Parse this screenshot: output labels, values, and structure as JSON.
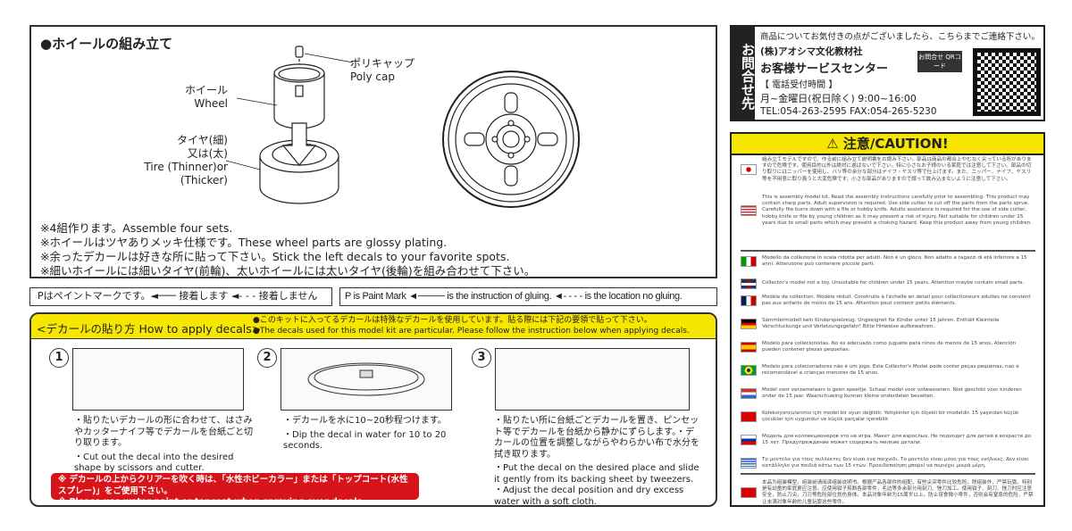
{
  "wheel_assembly": {
    "title": "●ホイールの組み立て",
    "polycap_jp": "ポリキャップ",
    "polycap_en": "Poly cap",
    "wheel_jp": "ホイール",
    "wheel_en": "Wheel",
    "tire_jp1": "タイヤ(細)",
    "tire_jp2": "又は(太)",
    "tire_en1": "Tire (Thinner)or",
    "tire_en2": "(Thicker)",
    "notes": [
      "※4組作ります。Assemble four sets.",
      "※ホイールはツヤありメッキ仕様です。These wheel parts are glossy plating.",
      "※余ったデカールは好きな所に貼って下さい。Stick the left decals to your favorite spots.",
      "※細いホイールには細いタイヤ(前輪)、太いホイールには太いタイヤ(後輪)を組み合わせて下さい。"
    ]
  },
  "legend": {
    "jp": "Pはペイントマークです。◄─── 接着します ◄- - - 接着しません",
    "en": "P is Paint Mark ◄──── is the instruction of gluing. ◄- - - - is the location no gluing."
  },
  "decals": {
    "heading": "<デカールの貼り方 How to apply decals>",
    "note_jp": "●このキットに入ってるデカールは特殊なデカールを使用しています。貼る際には下記の要領で貼って下さい。",
    "note_en": "●The decals used for this model kit are particular. Please follow the instruction below when applying decals.",
    "steps": [
      {
        "num": "1",
        "jp": "・貼りたいデカールの形に合わせて、はさみやカッターナイフ等でデカールを台紙ごと切り取ります。",
        "en": "・Cut out the decal into the desired shape by scissors and cutter."
      },
      {
        "num": "2",
        "jp": "・デカールを水に10~20秒程つけます。",
        "en": "・Dip the decal in water for 10 to 20 seconds."
      },
      {
        "num": "3",
        "jp": "・貼りたい所に台紙ごとデカールを置き、ピンセット等でデカールを台紙から静かにずらします。・デカールの位置を調整しながらやわらかい布で水分を拭き取ります。",
        "en": "・Put the decal on the desired place and slide it gently from its backing sheet by tweezers. ・Adjust the decal position and dry excess water with a soft cloth."
      }
    ],
    "warning_jp": "※ デカールの上からクリアーを吹く時は、「水性ホビーカラー」または「トップコート(水性スプレー)」をご使用下さい。",
    "warning_en": "※ Please use water paint or topcoat when spraying over decals."
  },
  "contact": {
    "side": "お問合せ先",
    "intro": "商品についてお気付きの点がございましたら、こちらまでご連絡下さい。",
    "company": "(株)アオシマ文化教材社",
    "center": "お客様サービスセンター",
    "hours_label": "【 電話受付時間 】",
    "hours": "月~金曜日(祝日除く) 9:00~16:00",
    "phone": "TEL:054-263-2595 FAX:054-265-5230",
    "qr_label": "お問合せ QRコード"
  },
  "caution": {
    "title": "⚠ 注意/CAUTION!",
    "items": [
      {
        "flag": "jp",
        "text": "組み立てモデルですので、作る前に組み立て説明書をお読み下さい。部品は商品の都合上やむなく尖っている所がありますので危険です。使用目的以外は絶対に遊ばないで下さい。特に小さなお子様のいる家庭では注意して下さい。部品の切り取りにはニッパーを使用し、バリ等の余分な部分はナイフ・ヤスリ等で仕上げます。また、ニッパー、ナイフ、ヤスリ等を不用意に取り扱うと大変危険です。小さな部品がありますので誤って飲み込まないように注意して下さい。"
      },
      {
        "flag": "us",
        "text": "This is assembly model kit. Read the assembly instructions carefully prior to assembling. This product may contain sharp parts. Adult supervision is required. Use side cutter to cut off the parts from the parts sprue. Carefully file burrs down with a file or hobby knife. Adults assistance is required for the use of side cutter, hobby knife or file by young children as it may present a risk of injury. Not suitable for children under 15 years due to small parts which may present a choking hazard. Keep this product away from young children."
      },
      {
        "flag": "it",
        "text": "Modello da collezione in scala ridotta per adulti. Non è un gioco. Non adatto a ragazzi di età inferiore a 15 anni. Attenzione può contenere piccole parti."
      },
      {
        "flag": "uk",
        "text": "Collector's model not a toy. Unsuitable for children under 15 years. Attention maybe contain small parts."
      },
      {
        "flag": "fr",
        "text": "Modèle de collection. Modèle réduit. Construits à l'échelle en detail pour collectioneurs adultes ne convient pas aux enfants de moins de 15 ans. Attention peut contenir petits éléments."
      },
      {
        "flag": "de",
        "text": "Sammlermodell kein Kinderspielzeug. Ungeeignet für Kinder unter 15 Jahren. Enthält Kleinteile Verschluckungs und Verletzungsgefahr! Bitte Hinweise aufbewahren."
      },
      {
        "flag": "es",
        "text": "Modelo para collecionistas. No es adecuado como juguete para ninos de menos de 15 anos. Atención pueden contener piezas pequeñas."
      },
      {
        "flag": "br",
        "text": "Modelo para colecionadores não é um jogo. Este Collector's Model pode conter peças pequenas, nao é recomendável a crianças menores de 15 anos."
      },
      {
        "flag": "nl",
        "text": "Model voor verzamelaars is geen speeltje. Schaal model voor volwassenen. Niet geschikt voor kinderen onder de 15 jaar. Waarschuwing kunnen kleine onderdelen bevatten."
      },
      {
        "flag": "tr",
        "text": "Koleksiyoncularımız için model bir oyun değildir. Yetişkinler için ölçekli bir modeldir. 15 yaşından küçük çocuklar için uygundur ve küçük parçalar içerebilir."
      },
      {
        "flag": "ru",
        "text": "Модель для коллекционеров это не игра. Макет для взрослых. Не подходит для детей в возрасте до 15 лет. Предупреждение может содержать мелкие детали."
      },
      {
        "flag": "gr",
        "text": "Το μοντέλο για τους συλλέκτες δεν είναι ένα παιχνίδι. Το μοντέλο είναι μόνο για τους ενήλικες. Δεν είναι κατάλληλο για παιδιά κάτω των 15 ετών. Προειδοποίηση μπορεί να περιέχει μικρά μέρη."
      },
      {
        "flag": "cn",
        "text": "本品为组装模型，组装前请阅读组装说明书。根据产品各部件的组配，有些尖突零件比较危险，除组装外，严禁玩耍。特别是有幼童的家庭更应注意。应使用钳子剪断各部零件，毛边等多余部分用刻刀、锉刀加工。使用钳子、刻刀、锉刀时应注意安全，防止刀尖。刀刃等危险部位划伤身体。本品对象年龄为15周岁以上。防止误食微小零件，否则会有窒息的危险，严禁让未满对象年龄的儿童玩耍这些零件。"
      }
    ]
  }
}
